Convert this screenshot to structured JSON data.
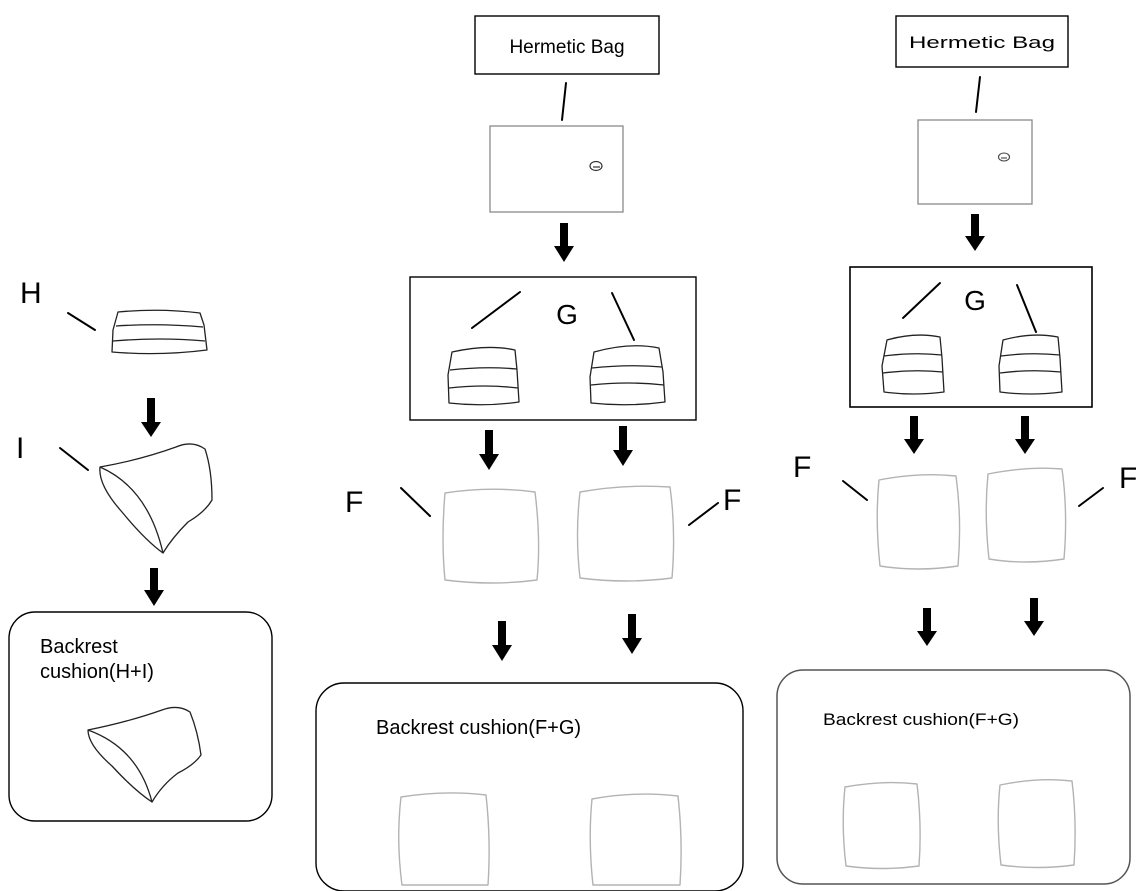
{
  "columns": {
    "left": {
      "label_h": "H",
      "label_i": "I",
      "result_line1": "Backrest",
      "result_line2": "cushion(H+I)"
    },
    "middle": {
      "bag_label": "Hermetic Bag",
      "label_g": "G",
      "label_f_left": "F",
      "label_f_right": "F",
      "result": "Backrest cushion(F+G)"
    },
    "right": {
      "bag_label": "Hermetic Bag",
      "label_g": "G",
      "label_f_left": "F",
      "label_f_right": "F",
      "result": "Backrest cushion(F+G)"
    }
  }
}
